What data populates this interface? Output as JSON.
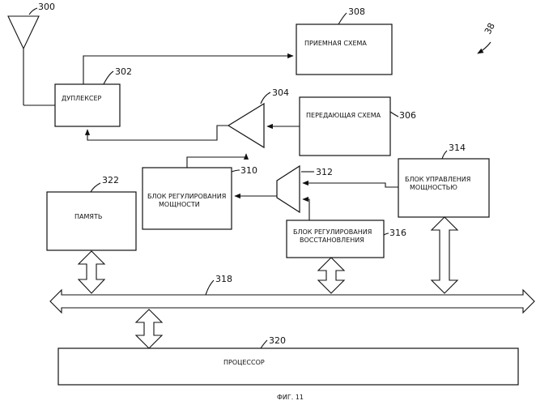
{
  "figure": {
    "ref": "38",
    "caption": "ФИГ. 11"
  },
  "blocks": {
    "antenna": {
      "ref": "300"
    },
    "duplexer": {
      "ref": "302",
      "label": "ДУПЛЕКСЕР"
    },
    "rx": {
      "ref": "308",
      "label": "ПРИЕМНАЯ СХЕМА"
    },
    "amp": {
      "ref": "304"
    },
    "tx": {
      "ref": "306",
      "label": "ПЕРЕДАЮЩАЯ СХЕМА"
    },
    "power_reg": {
      "ref": "310",
      "label1": "БЛОК РЕГУЛИРОВАНИЯ",
      "label2": "МОЩНОСТИ"
    },
    "mux": {
      "ref": "312"
    },
    "power_ctl": {
      "ref": "314",
      "label1": "БЛОК УПРАВЛЕНИЯ",
      "label2": "МОЩНОСТЬЮ"
    },
    "restore": {
      "ref": "316",
      "label1": "БЛОК РЕГУЛИРОВАНИЯ",
      "label2": "ВОССТАНОВЛЕНИЯ"
    },
    "memory": {
      "ref": "322",
      "label": "ПАМЯТЬ"
    },
    "bus": {
      "ref": "318"
    },
    "processor": {
      "ref": "320",
      "label": "ПРОЦЕССОР"
    }
  }
}
